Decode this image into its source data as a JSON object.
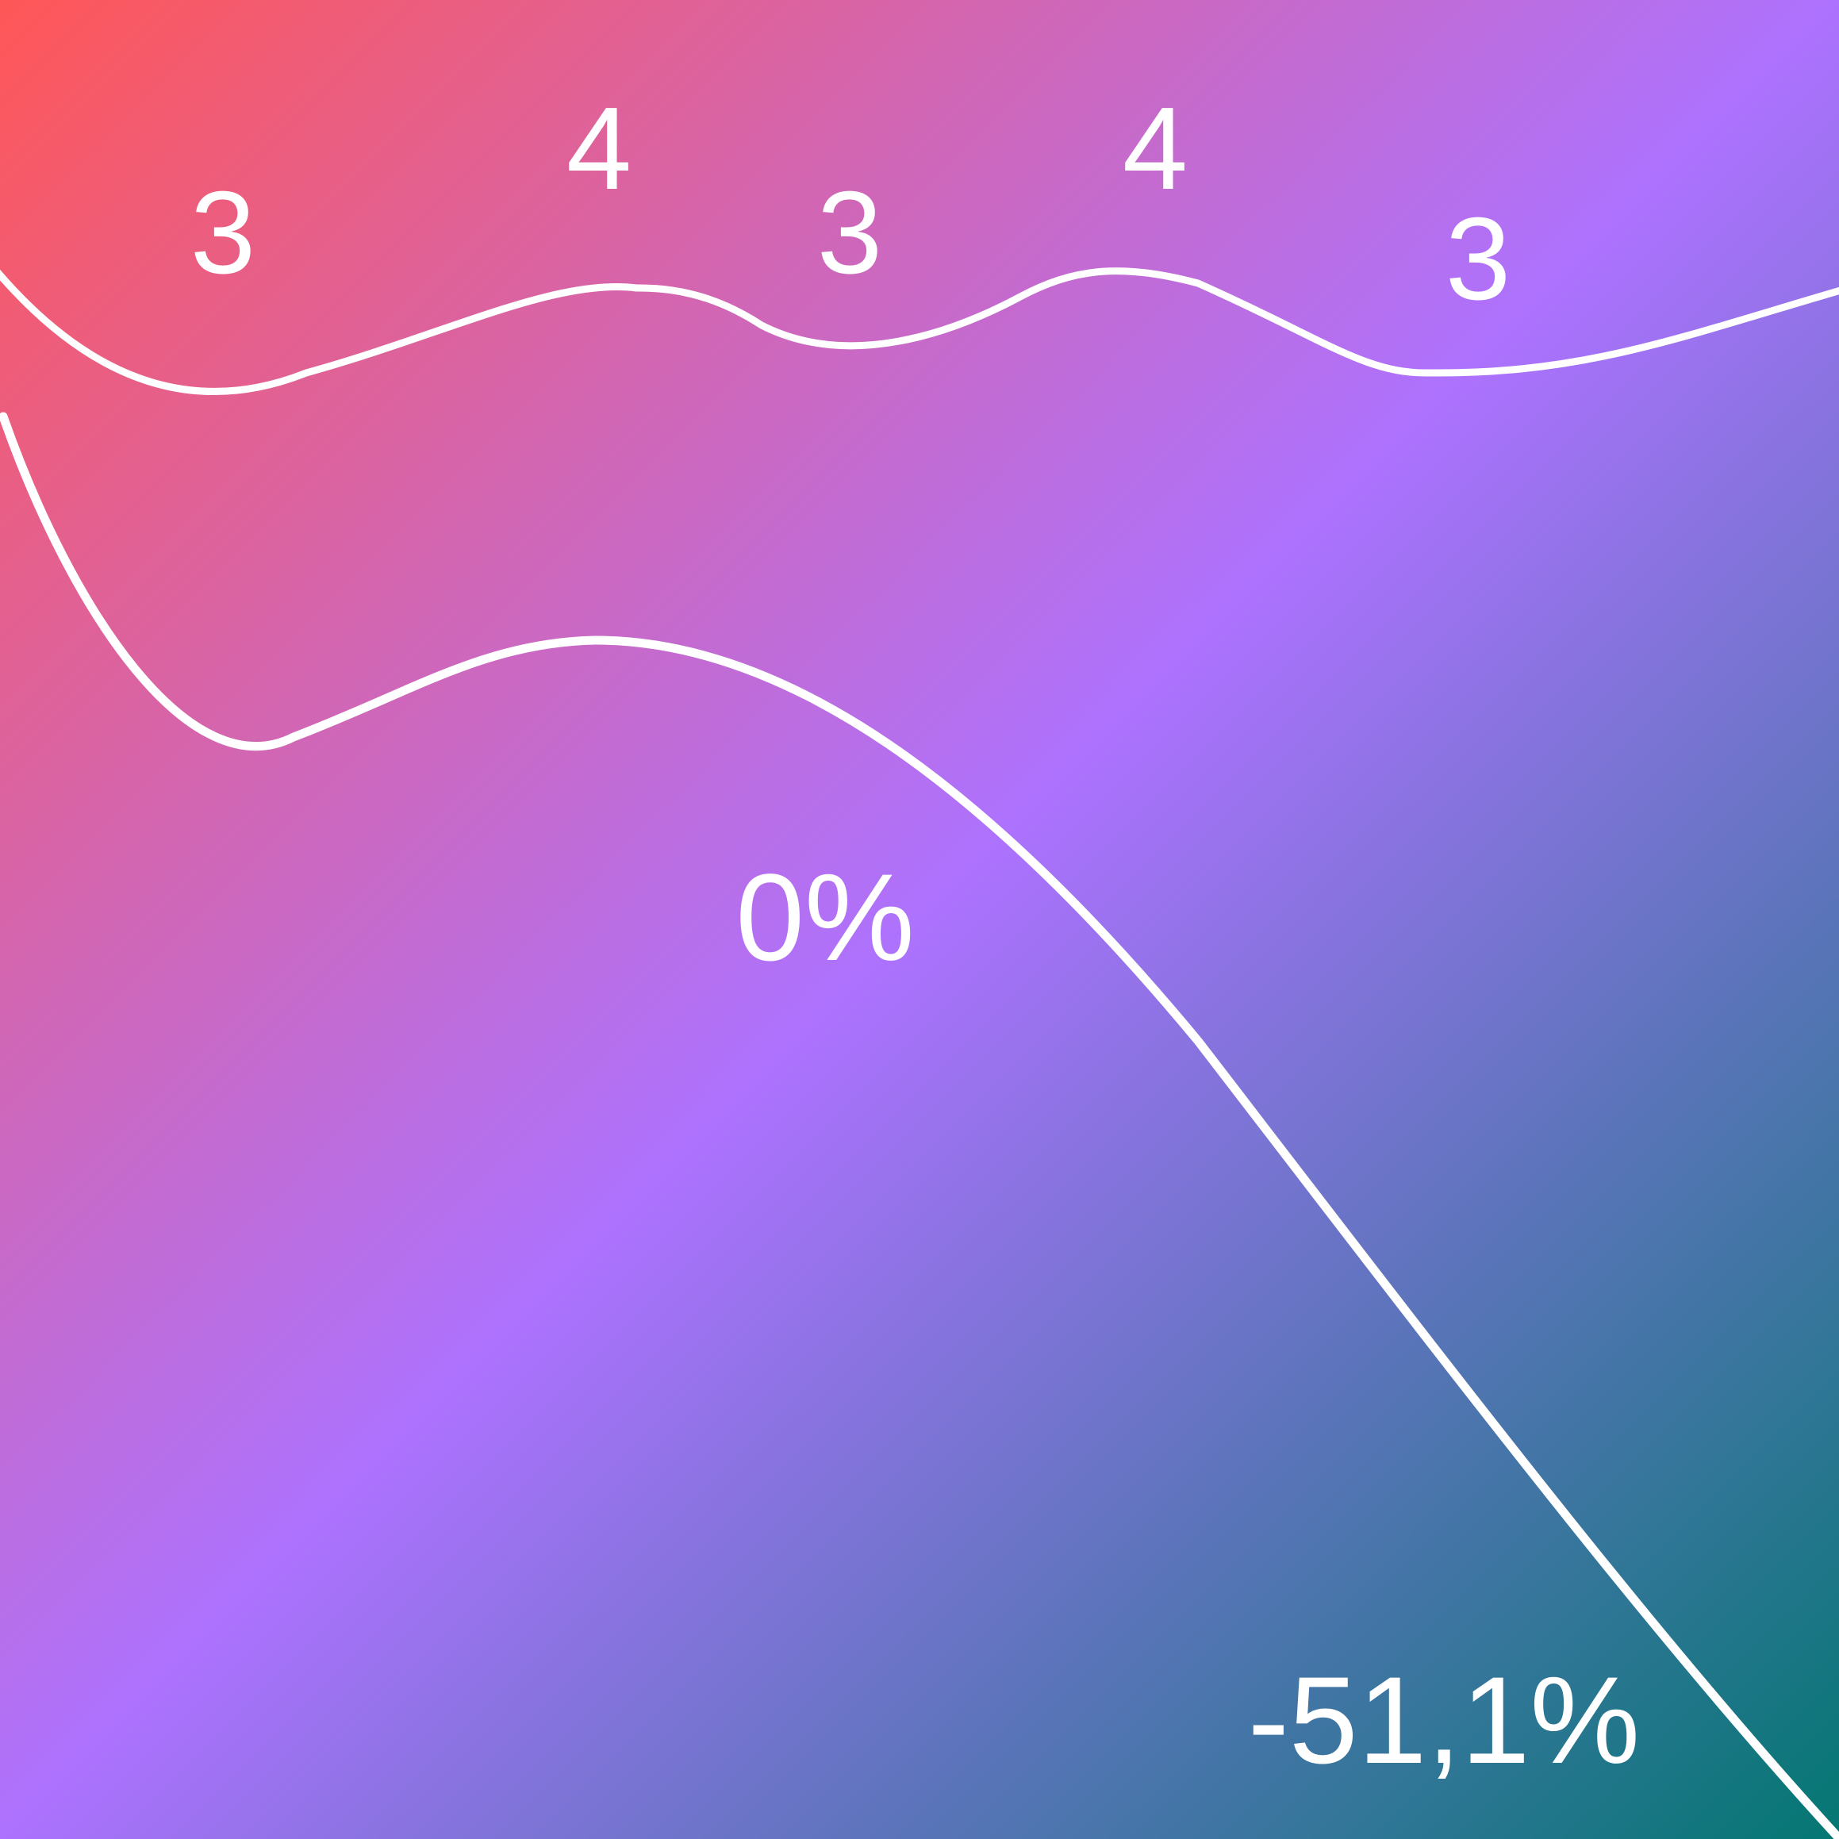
{
  "colors": {
    "gradient_start": "#ff5757",
    "gradient_mid": "#ad72fe",
    "gradient_end": "#047772",
    "line": "#ffffff",
    "text": "#ffffff"
  },
  "chart_data": {
    "type": "line",
    "title": "",
    "xlabel": "",
    "ylabel": "",
    "grid": false,
    "legend": "none",
    "series": [
      {
        "values": [
          3,
          4,
          3,
          4,
          3
        ],
        "labels": [
          "3",
          "4",
          "3",
          "4",
          "3"
        ]
      },
      {
        "values": [
          0,
          -51.1
        ],
        "labels": [
          "0%",
          "-51,1%"
        ]
      }
    ]
  }
}
